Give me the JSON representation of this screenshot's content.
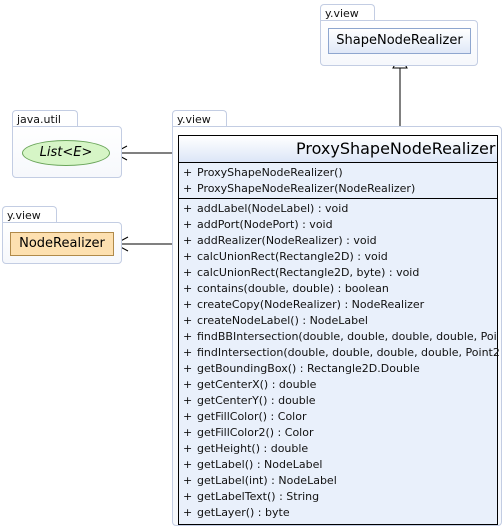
{
  "packages": {
    "top": {
      "label": "y.view",
      "class_name": "ShapeNodeRealizer"
    },
    "java_util": {
      "label": "java.util",
      "class_name": "List<E>"
    },
    "left": {
      "label": "y.view",
      "class_name": "NodeRealizer"
    },
    "main": {
      "label": "y.view"
    }
  },
  "main_class": {
    "name": "ProxyShapeNodeRealizer",
    "constructors": [
      {
        "vis": "+",
        "sig": "ProxyShapeNodeRealizer()"
      },
      {
        "vis": "+",
        "sig": "ProxyShapeNodeRealizer(NodeRealizer)"
      }
    ],
    "methods": [
      {
        "vis": "+",
        "sig": "addLabel(NodeLabel) : void"
      },
      {
        "vis": "+",
        "sig": "addPort(NodePort) : void"
      },
      {
        "vis": "+",
        "sig": "addRealizer(NodeRealizer) : void"
      },
      {
        "vis": "+",
        "sig": "calcUnionRect(Rectangle2D) : void"
      },
      {
        "vis": "+",
        "sig": "calcUnionRect(Rectangle2D, byte) : void"
      },
      {
        "vis": "+",
        "sig": "contains(double, double) : boolean"
      },
      {
        "vis": "+",
        "sig": "createCopy(NodeRealizer) : NodeRealizer"
      },
      {
        "vis": "+",
        "sig": "createNodeLabel() : NodeLabel"
      },
      {
        "vis": "+",
        "sig": "findBBIntersection(double, double, double, double, Poi"
      },
      {
        "vis": "+",
        "sig": "findIntersection(double, double, double, double, Point2"
      },
      {
        "vis": "+",
        "sig": "getBoundingBox() : Rectangle2D.Double"
      },
      {
        "vis": "+",
        "sig": "getCenterX() : double"
      },
      {
        "vis": "+",
        "sig": "getCenterY() : double"
      },
      {
        "vis": "+",
        "sig": "getFillColor() : Color"
      },
      {
        "vis": "+",
        "sig": "getFillColor2() : Color"
      },
      {
        "vis": "+",
        "sig": "getHeight() : double"
      },
      {
        "vis": "+",
        "sig": "getLabel() : NodeLabel"
      },
      {
        "vis": "+",
        "sig": "getLabel(int) : NodeLabel"
      },
      {
        "vis": "+",
        "sig": "getLabelText() : String"
      },
      {
        "vis": "+",
        "sig": "getLayer() : byte"
      }
    ]
  },
  "colors": {
    "interface_fill": "#d6f5c6",
    "class_fill": "#fde0b0",
    "main_fill": "#e9f0fb",
    "border": "#c3cde3"
  }
}
